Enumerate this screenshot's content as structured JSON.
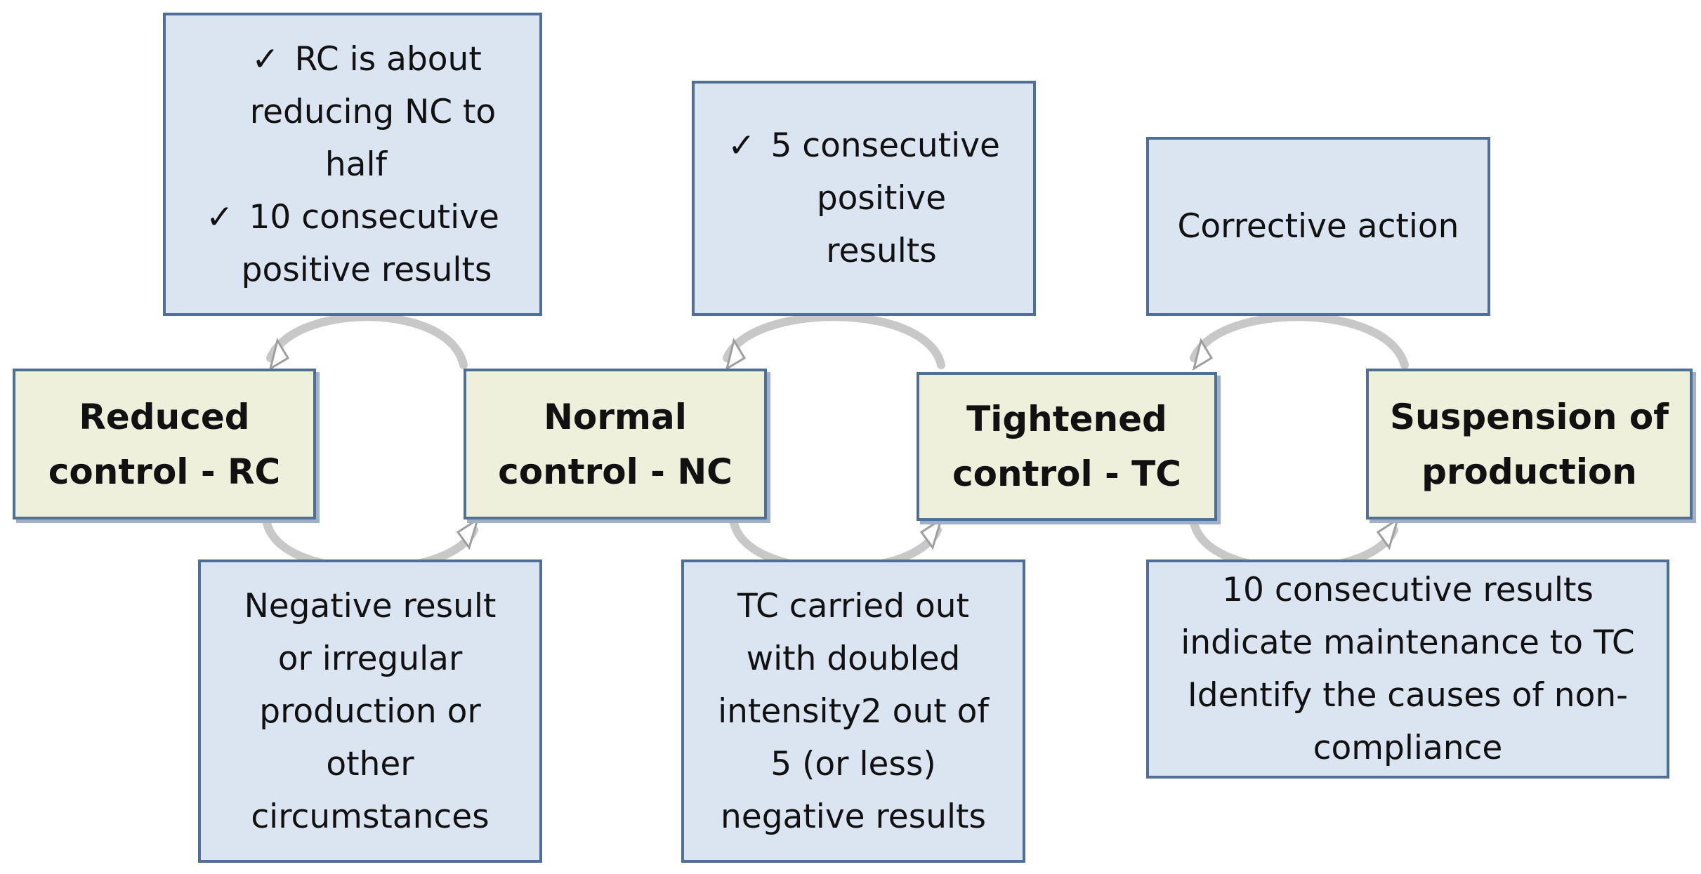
{
  "states": [
    {
      "label_line1": "Reduced",
      "label_line2": "control - RC"
    },
    {
      "label_line1": "Normal",
      "label_line2": "control - NC"
    },
    {
      "label_line1": "Tightened",
      "label_line2": "control - TC"
    },
    {
      "label_line1": "Suspension of",
      "label_line2": "production"
    }
  ],
  "notes_top": {
    "rc": {
      "check_symbol": "✓",
      "item1_line1": "RC is about",
      "item1_line2": "reducing NC to",
      "item1_line3": "half",
      "item2_line1": "10 consecutive",
      "item2_line2": "positive results"
    },
    "nc": {
      "check_symbol": "✓",
      "line1": "5 consecutive",
      "line2": "positive",
      "line3": "results"
    },
    "tc": {
      "line1": "Corrective action"
    }
  },
  "notes_bottom": {
    "rc": {
      "line1": "Negative result",
      "line2": "or irregular",
      "line3": "production or",
      "line4": "other",
      "line5": "circumstances"
    },
    "nc": {
      "line1": "TC carried out",
      "line2": "with doubled",
      "line3": "intensity2 out of",
      "line4": "5 (or less)",
      "line5": "negative results"
    },
    "tc": {
      "line1": "10 consecutive results",
      "line2": "indicate maintenance to TC",
      "line3": "Identify the causes of non-",
      "line4": "compliance"
    }
  },
  "colors": {
    "note_fill": "#dbe5f1",
    "state_fill": "#eef0dc",
    "border": "#4f6f96",
    "arrow": "#d9d9d9"
  }
}
